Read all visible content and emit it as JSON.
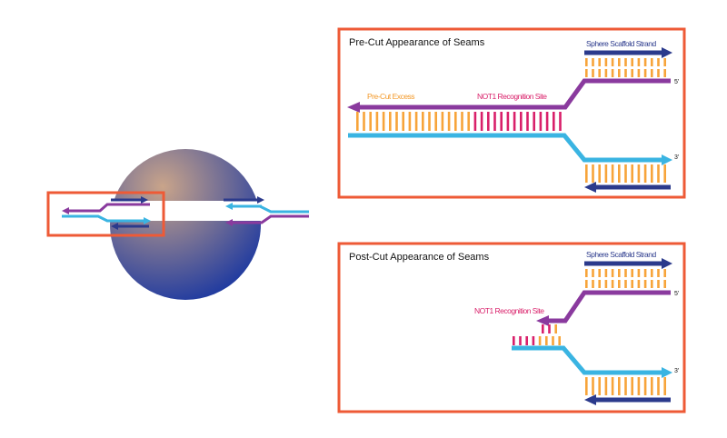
{
  "colors": {
    "frame": "#ee5a36",
    "scaffold_strand": "#2b3a8c",
    "purple_strand": "#8a3a9e",
    "cyan_strand": "#3ab4e2",
    "base_pair": "#f7a43a",
    "recognition_site": "#d9206a",
    "excess_label": "#f39a2b",
    "sphere_light": "#c9a48a",
    "sphere_dark": "#1f3aa0"
  },
  "pre_cut": {
    "title": "Pre-Cut Appearance of Seams",
    "scaffold_label": "Sphere Scaffold Strand",
    "excess_label": "Pre-Cut Excess",
    "not1_label": "NOT1 Recognition Site",
    "five_prime": "5'",
    "three_prime": "3'"
  },
  "post_cut": {
    "title": "Post-Cut Appearance of Seams",
    "scaffold_label": "Sphere Scaffold Strand",
    "not1_label": "NOT1 Recognition Site",
    "five_prime": "5'",
    "three_prime": "3'"
  },
  "icons": {
    "sphere": "dna-origami-sphere-icon",
    "strand_arrow": "arrow-head-icon"
  }
}
